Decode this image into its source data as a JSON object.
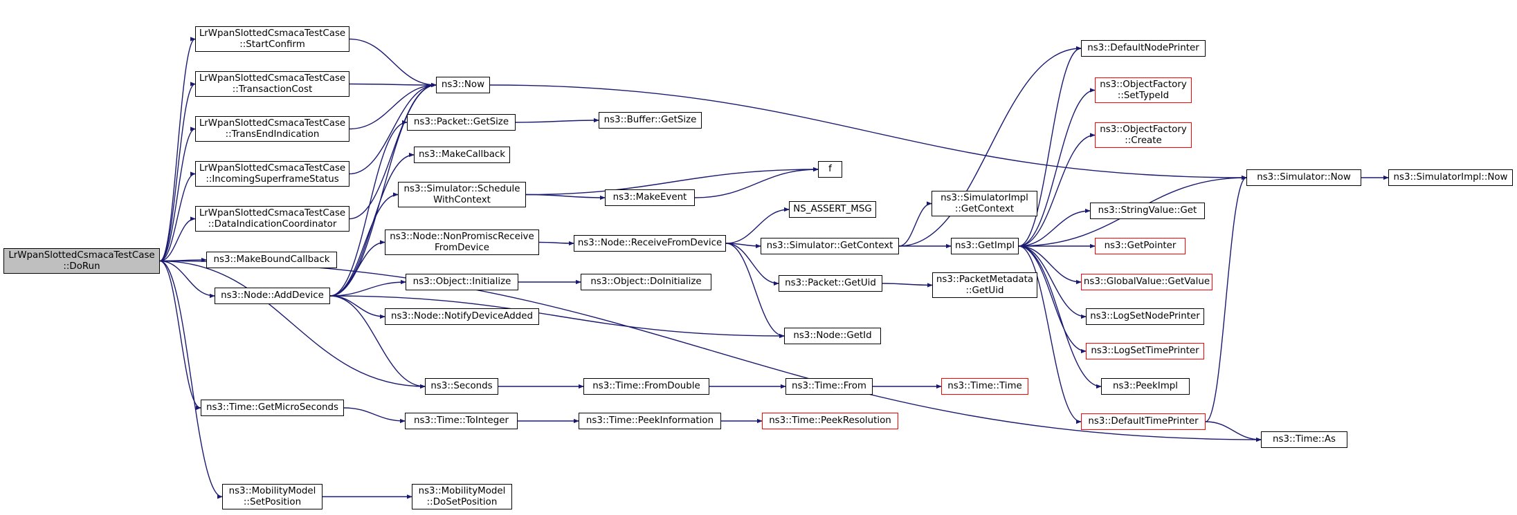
{
  "colors": {
    "edge": "#191970",
    "node_border": "#000000",
    "node_border_incomplete": "#ff0000",
    "root_fill": "#bfbfbf"
  },
  "nodes": [
    {
      "id": "dorun",
      "lines": [
        "LrWpanSlottedCsmacaTestCase",
        "::DoRun"
      ],
      "style": "root"
    },
    {
      "id": "startconfirm",
      "lines": [
        "LrWpanSlottedCsmacaTestCase",
        "::StartConfirm"
      ]
    },
    {
      "id": "transactioncost",
      "lines": [
        "LrWpanSlottedCsmacaTestCase",
        "::TransactionCost"
      ]
    },
    {
      "id": "transendind",
      "lines": [
        "LrWpanSlottedCsmacaTestCase",
        "::TransEndIndication"
      ]
    },
    {
      "id": "incomingsf",
      "lines": [
        "LrWpanSlottedCsmacaTestCase",
        "::IncomingSuperframeStatus"
      ]
    },
    {
      "id": "dataindcoord",
      "lines": [
        "LrWpanSlottedCsmacaTestCase",
        "::DataIndicationCoordinator"
      ]
    },
    {
      "id": "makeboundcb",
      "lines": [
        "ns3::MakeBoundCallback"
      ]
    },
    {
      "id": "adddevice",
      "lines": [
        "ns3::Node::AddDevice"
      ]
    },
    {
      "id": "getmicro",
      "lines": [
        "ns3::Time::GetMicroSeconds"
      ]
    },
    {
      "id": "setpos",
      "lines": [
        "ns3::MobilityModel",
        "::SetPosition"
      ]
    },
    {
      "id": "now",
      "lines": [
        "ns3::Now"
      ]
    },
    {
      "id": "pktgetsize",
      "lines": [
        "ns3::Packet::GetSize"
      ]
    },
    {
      "id": "makecallback",
      "lines": [
        "ns3::MakeCallback"
      ]
    },
    {
      "id": "schedwctx",
      "lines": [
        "ns3::Simulator::Schedule",
        "WithContext"
      ]
    },
    {
      "id": "nonpromisc",
      "lines": [
        "ns3::Node::NonPromiscReceive",
        "FromDevice"
      ]
    },
    {
      "id": "objinit",
      "lines": [
        "ns3::Object::Initialize"
      ]
    },
    {
      "id": "notifyadded",
      "lines": [
        "ns3::Node::NotifyDeviceAdded"
      ]
    },
    {
      "id": "seconds",
      "lines": [
        "ns3::Seconds"
      ]
    },
    {
      "id": "tointeger",
      "lines": [
        "ns3::Time::ToInteger"
      ]
    },
    {
      "id": "dosetpos",
      "lines": [
        "ns3::MobilityModel",
        "::DoSetPosition"
      ]
    },
    {
      "id": "bufgetsize",
      "lines": [
        "ns3::Buffer::GetSize"
      ]
    },
    {
      "id": "makeevent",
      "lines": [
        "ns3::MakeEvent"
      ]
    },
    {
      "id": "f",
      "lines": [
        "f"
      ]
    },
    {
      "id": "recvfromdev",
      "lines": [
        "ns3::Node::ReceiveFromDevice"
      ]
    },
    {
      "id": "doinit",
      "lines": [
        "ns3::Object::DoInitialize"
      ]
    },
    {
      "id": "fromdouble",
      "lines": [
        "ns3::Time::FromDouble"
      ]
    },
    {
      "id": "peekinfo",
      "lines": [
        "ns3::Time::PeekInformation"
      ]
    },
    {
      "id": "nsassert",
      "lines": [
        "NS_ASSERT_MSG"
      ]
    },
    {
      "id": "simgetctx",
      "lines": [
        "ns3::Simulator::GetContext"
      ]
    },
    {
      "id": "pktgetuid",
      "lines": [
        "ns3::Packet::GetUid"
      ]
    },
    {
      "id": "nodegetid",
      "lines": [
        "ns3::Node::GetId"
      ]
    },
    {
      "id": "timefrom",
      "lines": [
        "ns3::Time::From"
      ]
    },
    {
      "id": "peekres",
      "lines": [
        "ns3::Time::PeekResolution"
      ],
      "style": "red"
    },
    {
      "id": "simimplgetctx",
      "lines": [
        "ns3::SimulatorImpl",
        "::GetContext"
      ]
    },
    {
      "id": "getimpl",
      "lines": [
        "ns3::GetImpl"
      ]
    },
    {
      "id": "pktmetagetuid",
      "lines": [
        "ns3::PacketMetadata",
        "::GetUid"
      ]
    },
    {
      "id": "timetime",
      "lines": [
        "ns3::Time::Time"
      ],
      "style": "red"
    },
    {
      "id": "defnodeprinter",
      "lines": [
        "ns3::DefaultNodePrinter"
      ]
    },
    {
      "id": "objfacsettype",
      "lines": [
        "ns3::ObjectFactory",
        "::SetTypeId"
      ],
      "style": "red"
    },
    {
      "id": "objfaccreate",
      "lines": [
        "ns3::ObjectFactory",
        "::Create"
      ],
      "style": "red"
    },
    {
      "id": "strvalget",
      "lines": [
        "ns3::StringValue::Get"
      ]
    },
    {
      "id": "getpointer",
      "lines": [
        "ns3::GetPointer"
      ],
      "style": "red"
    },
    {
      "id": "globalvalget",
      "lines": [
        "ns3::GlobalValue::GetValue"
      ],
      "style": "red"
    },
    {
      "id": "logsetnodeprinter",
      "lines": [
        "ns3::LogSetNodePrinter"
      ]
    },
    {
      "id": "logsettimeprinter",
      "lines": [
        "ns3::LogSetTimePrinter"
      ],
      "style": "red"
    },
    {
      "id": "peekimpl",
      "lines": [
        "ns3::PeekImpl"
      ]
    },
    {
      "id": "deftimeprinter",
      "lines": [
        "ns3::DefaultTimePrinter"
      ],
      "style": "red"
    },
    {
      "id": "simnow",
      "lines": [
        "ns3::Simulator::Now"
      ]
    },
    {
      "id": "simimplnow",
      "lines": [
        "ns3::SimulatorImpl::Now"
      ]
    },
    {
      "id": "timeas",
      "lines": [
        "ns3::Time::As"
      ]
    }
  ],
  "edges": [
    [
      "dorun",
      "startconfirm"
    ],
    [
      "dorun",
      "transactioncost"
    ],
    [
      "dorun",
      "transendind"
    ],
    [
      "dorun",
      "incomingsf"
    ],
    [
      "dorun",
      "dataindcoord"
    ],
    [
      "dorun",
      "makeboundcb"
    ],
    [
      "dorun",
      "adddevice"
    ],
    [
      "dorun",
      "getmicro"
    ],
    [
      "dorun",
      "setpos"
    ],
    [
      "dorun",
      "seconds"
    ],
    [
      "dorun",
      "timeas"
    ],
    [
      "startconfirm",
      "now"
    ],
    [
      "transactioncost",
      "now"
    ],
    [
      "transendind",
      "now"
    ],
    [
      "incomingsf",
      "now"
    ],
    [
      "dataindcoord",
      "now"
    ],
    [
      "now",
      "simnow"
    ],
    [
      "adddevice",
      "now"
    ],
    [
      "adddevice",
      "pktgetsize"
    ],
    [
      "adddevice",
      "makecallback"
    ],
    [
      "adddevice",
      "schedwctx"
    ],
    [
      "adddevice",
      "nonpromisc"
    ],
    [
      "adddevice",
      "objinit"
    ],
    [
      "adddevice",
      "notifyadded"
    ],
    [
      "adddevice",
      "nodegetid"
    ],
    [
      "adddevice",
      "seconds"
    ],
    [
      "pktgetsize",
      "bufgetsize"
    ],
    [
      "schedwctx",
      "f"
    ],
    [
      "schedwctx",
      "makeevent"
    ],
    [
      "makeevent",
      "f"
    ],
    [
      "nonpromisc",
      "recvfromdev"
    ],
    [
      "recvfromdev",
      "nsassert"
    ],
    [
      "recvfromdev",
      "simgetctx"
    ],
    [
      "recvfromdev",
      "pktgetuid"
    ],
    [
      "recvfromdev",
      "nodegetid"
    ],
    [
      "simgetctx",
      "defnodeprinter"
    ],
    [
      "simgetctx",
      "simimplgetctx"
    ],
    [
      "simgetctx",
      "getimpl"
    ],
    [
      "pktgetuid",
      "pktmetagetuid"
    ],
    [
      "objinit",
      "doinit"
    ],
    [
      "seconds",
      "fromdouble"
    ],
    [
      "fromdouble",
      "timefrom"
    ],
    [
      "timefrom",
      "timetime"
    ],
    [
      "getmicro",
      "tointeger"
    ],
    [
      "tointeger",
      "peekinfo"
    ],
    [
      "peekinfo",
      "peekres"
    ],
    [
      "setpos",
      "dosetpos"
    ],
    [
      "getimpl",
      "defnodeprinter"
    ],
    [
      "getimpl",
      "objfacsettype"
    ],
    [
      "getimpl",
      "objfaccreate"
    ],
    [
      "getimpl",
      "simnow"
    ],
    [
      "getimpl",
      "strvalget"
    ],
    [
      "getimpl",
      "getpointer"
    ],
    [
      "getimpl",
      "globalvalget"
    ],
    [
      "getimpl",
      "logsetnodeprinter"
    ],
    [
      "getimpl",
      "logsettimeprinter"
    ],
    [
      "getimpl",
      "peekimpl"
    ],
    [
      "getimpl",
      "deftimeprinter"
    ],
    [
      "deftimeprinter",
      "simnow"
    ],
    [
      "deftimeprinter",
      "timeas"
    ],
    [
      "simnow",
      "simimplnow"
    ]
  ]
}
